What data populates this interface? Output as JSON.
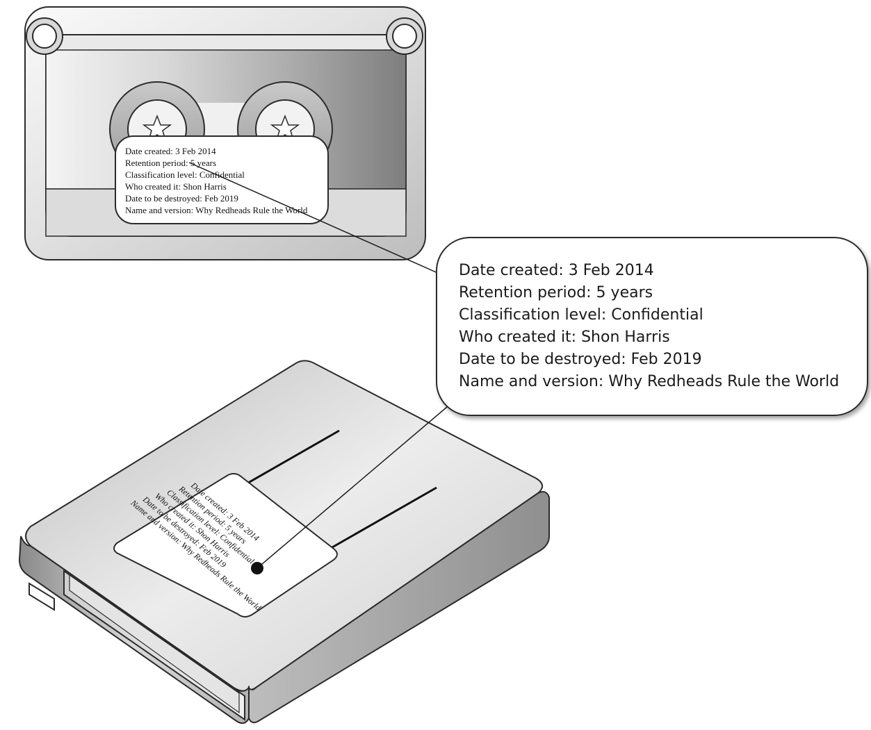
{
  "label": {
    "lines": [
      "Date created: 3 Feb 2014",
      "Retention period: 5 years",
      "Classification level: Confidential",
      "Who created it: Shon Harris",
      "Date to be destroyed: Feb 2019",
      "Name and version: Why Redheads Rule the World"
    ]
  },
  "colors": {
    "outline": "#2a2a2a",
    "callout_fill": "#ffffff",
    "label_fill": "#ffffff",
    "body_light": "#e6e6e6",
    "body_dark": "#9a9a9a"
  },
  "icons": {
    "tape": "cassette-tape-icon",
    "cartridge": "data-cartridge-icon",
    "connector": "pin-dot-icon"
  }
}
